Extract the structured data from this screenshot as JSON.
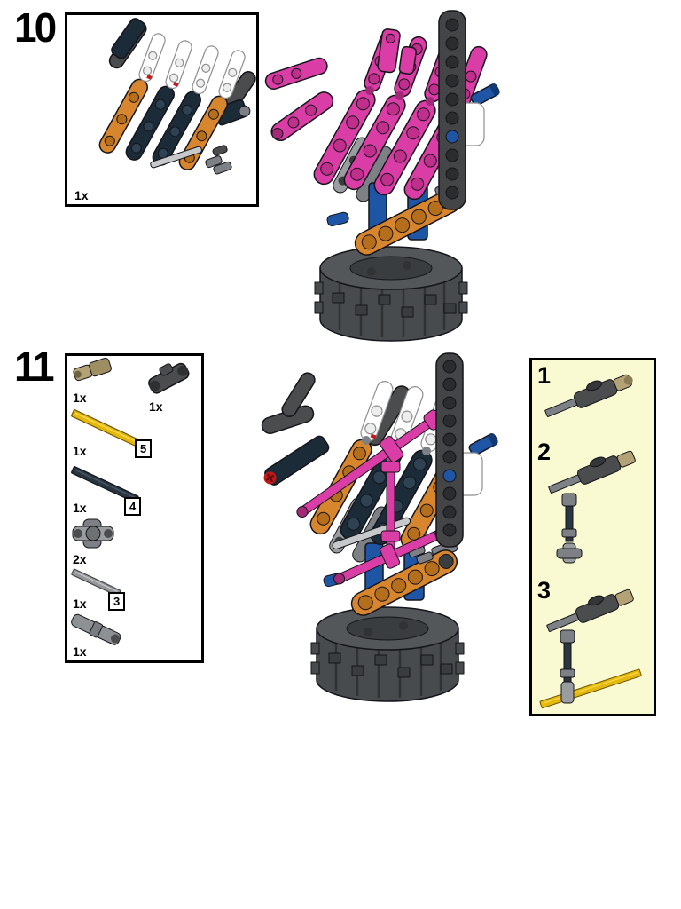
{
  "document": {
    "type": "lego-building-instructions-page"
  },
  "colors": {
    "magenta": "#DB3DA6",
    "magenta_hole": "#C02F8C",
    "magenta_dark": "#A42878",
    "orange": "#D8862E",
    "orange_hole": "#B56F1C",
    "navy": "#1C2B38",
    "navy_hole": "#2E4254",
    "beam_gray": "#434547",
    "beam_hole": "#2A2C2E",
    "drum": "#484B4D",
    "drum_top": "#54575A",
    "drum_detail": "#3A3D3F",
    "blue": "#1E55A5",
    "yellow": "#E5B80B",
    "tan": "#B3A275",
    "light_gray": "#9A9DA0",
    "mid_gray": "#7D8084",
    "dark_gray": "#4A4C4E",
    "white_part": "#FFFFFF",
    "red": "#C01818",
    "callout_bg": "#FAFAD2"
  },
  "step10": {
    "number": "10",
    "parts_box": {
      "quantity": "1x",
      "part": "finger-subassembly"
    }
  },
  "step11": {
    "number": "11",
    "parts": [
      {
        "qty": "1x",
        "part": "tan-axle-connector"
      },
      {
        "qty": "1x",
        "part": "dark-gray-cross-axle-connector"
      },
      {
        "qty": "1x",
        "callout": "5",
        "part": "yellow-axle"
      },
      {
        "qty": "1x",
        "callout": "4",
        "part": "dark-blue-axle"
      },
      {
        "qty": "2x",
        "part": "gray-perpendicular-axle-connector"
      },
      {
        "qty": "1x",
        "callout": "3",
        "part": "gray-axle"
      },
      {
        "qty": "1x",
        "part": "gray-long-pin-connector"
      }
    ],
    "callout": {
      "substeps": [
        {
          "label": "1",
          "part": "connector-with-gray-axle-and-tan-tip"
        },
        {
          "label": "2",
          "part": "adds-vertical-dark-axle-and-connector"
        },
        {
          "label": "3",
          "part": "adds-yellow-cross-axle"
        }
      ]
    }
  }
}
